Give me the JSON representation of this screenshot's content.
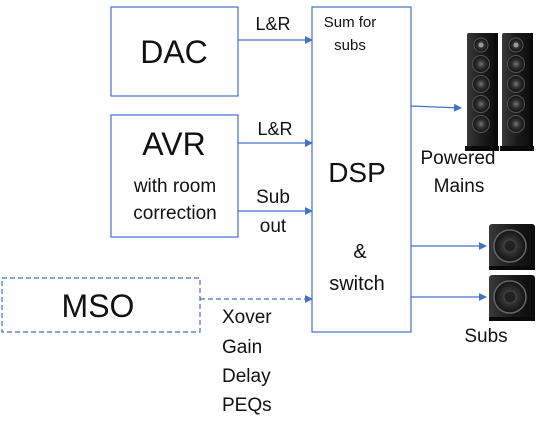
{
  "blocks": {
    "dac": {
      "title": "DAC"
    },
    "avr": {
      "title": "AVR",
      "line1": "with room",
      "line2": "correction"
    },
    "mso": {
      "title": "MSO"
    },
    "dsp": {
      "header_line1": "Sum for",
      "header_line2": "subs",
      "title": "DSP",
      "amp": "&",
      "switch": "switch"
    }
  },
  "signals": {
    "dac_lr": "L&R",
    "avr_lr": "L&R",
    "sub_out_line1": "Sub",
    "sub_out_line2": "out"
  },
  "mso_functions": [
    "Xover",
    "Gain",
    "Delay",
    "PEQs"
  ],
  "outputs": {
    "mains_line1": "Powered",
    "mains_line2": "Mains",
    "subs": "Subs"
  },
  "colors": {
    "box_border": "#4472C4",
    "arrow": "#4472C4",
    "speaker_body": "#1c1c1c",
    "text": "#111111"
  },
  "icons": [
    "tower-speaker-icon",
    "subwoofer-icon"
  ]
}
